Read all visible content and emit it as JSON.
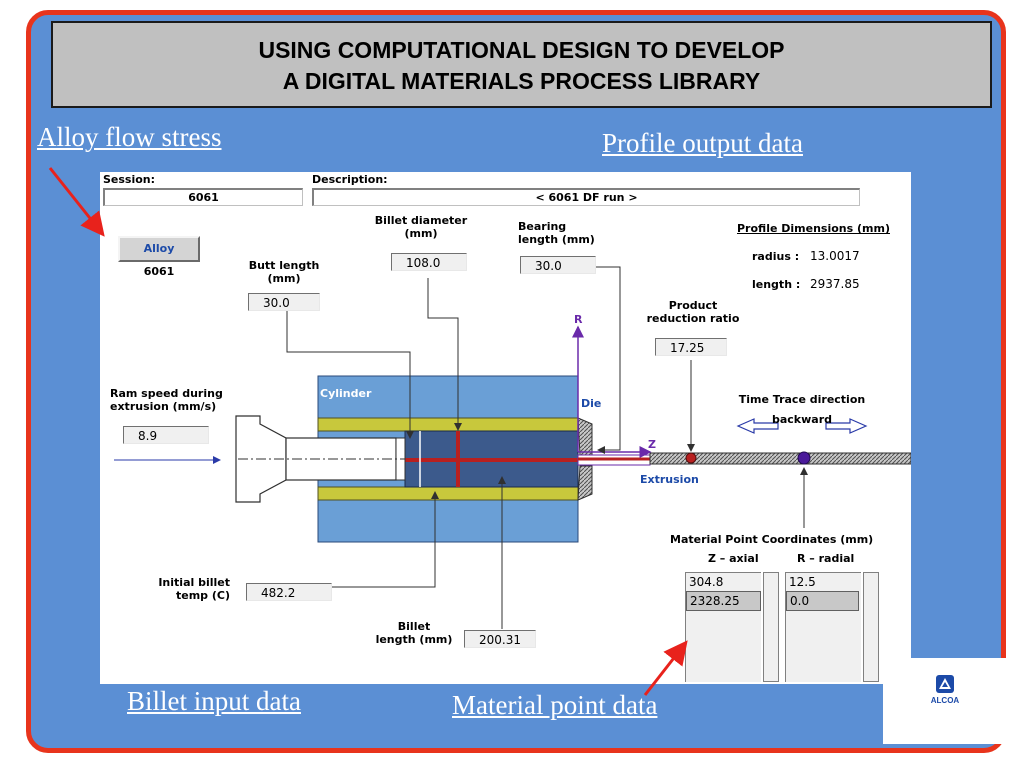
{
  "title": {
    "line1": "USING COMPUTATIONAL DESIGN TO DEVELOP",
    "line2": "A DIGITAL MATERIALS PROCESS LIBRARY"
  },
  "callouts": {
    "alloy_flow_stress": "Alloy flow stress",
    "profile_output_data": "Profile output data",
    "billet_input_data": "Billet input data",
    "material_point_data": "Material point data"
  },
  "session": {
    "label": "Session:",
    "value": "6061"
  },
  "description": {
    "label": "Description:",
    "value": "< 6061 DF run >"
  },
  "alloy": {
    "button_label": "Alloy",
    "value": "6061"
  },
  "butt_length": {
    "label_line1": "Butt length",
    "label_line2": "(mm)",
    "value": "30.0"
  },
  "billet_diameter": {
    "label_line1": "Billet diameter",
    "label_line2": "(mm)",
    "value": "108.0"
  },
  "bearing_length": {
    "label_line1": "Bearing",
    "label_line2": "length   (mm)",
    "value": "30.0"
  },
  "profile_dimensions": {
    "heading": "Profile Dimensions (mm)",
    "radius_label": "radius :",
    "radius_value": "13.0017",
    "length_label": "length :",
    "length_value": "2937.85"
  },
  "product_reduction_ratio": {
    "label_line1": "Product",
    "label_line2": "reduction ratio",
    "value": "17.25"
  },
  "ram_speed": {
    "label_line1": "Ram speed during",
    "label_line2": "extrusion   (mm/s)",
    "value": "8.9"
  },
  "diagram": {
    "cylinder_label": "Cylinder",
    "die_label": "Die",
    "r_axis_label": "R",
    "z_axis_label": "Z",
    "extrusion_label": "Extrusion"
  },
  "time_trace": {
    "label_line1": "Time Trace direction",
    "label_line2": "backward"
  },
  "initial_billet_temp": {
    "label_line1": "Initial billet",
    "label_line2": "temp  (C)",
    "value": "482.2"
  },
  "billet_length": {
    "label_line1": "Billet",
    "label_line2": "length  (mm)",
    "value": "200.31"
  },
  "material_point": {
    "heading": "Material Point Coordinates   (mm)",
    "z_header": "Z – axial",
    "r_header": "R – radial",
    "z_values": [
      "304.8",
      "2328.25"
    ],
    "r_values": [
      "12.5",
      "0.0"
    ]
  },
  "logo": {
    "text": "ALCOA"
  },
  "colors": {
    "slide_bg": "#5b8fd4",
    "slide_border": "#e8341c",
    "cylinder": "#6a9fd6",
    "billet_sleeve": "#c8c83c",
    "billet": "#3c5a8c",
    "marker_red": "#b82020",
    "marker_purple": "#4a1a9a",
    "axis_purple": "#6a2aaa"
  }
}
